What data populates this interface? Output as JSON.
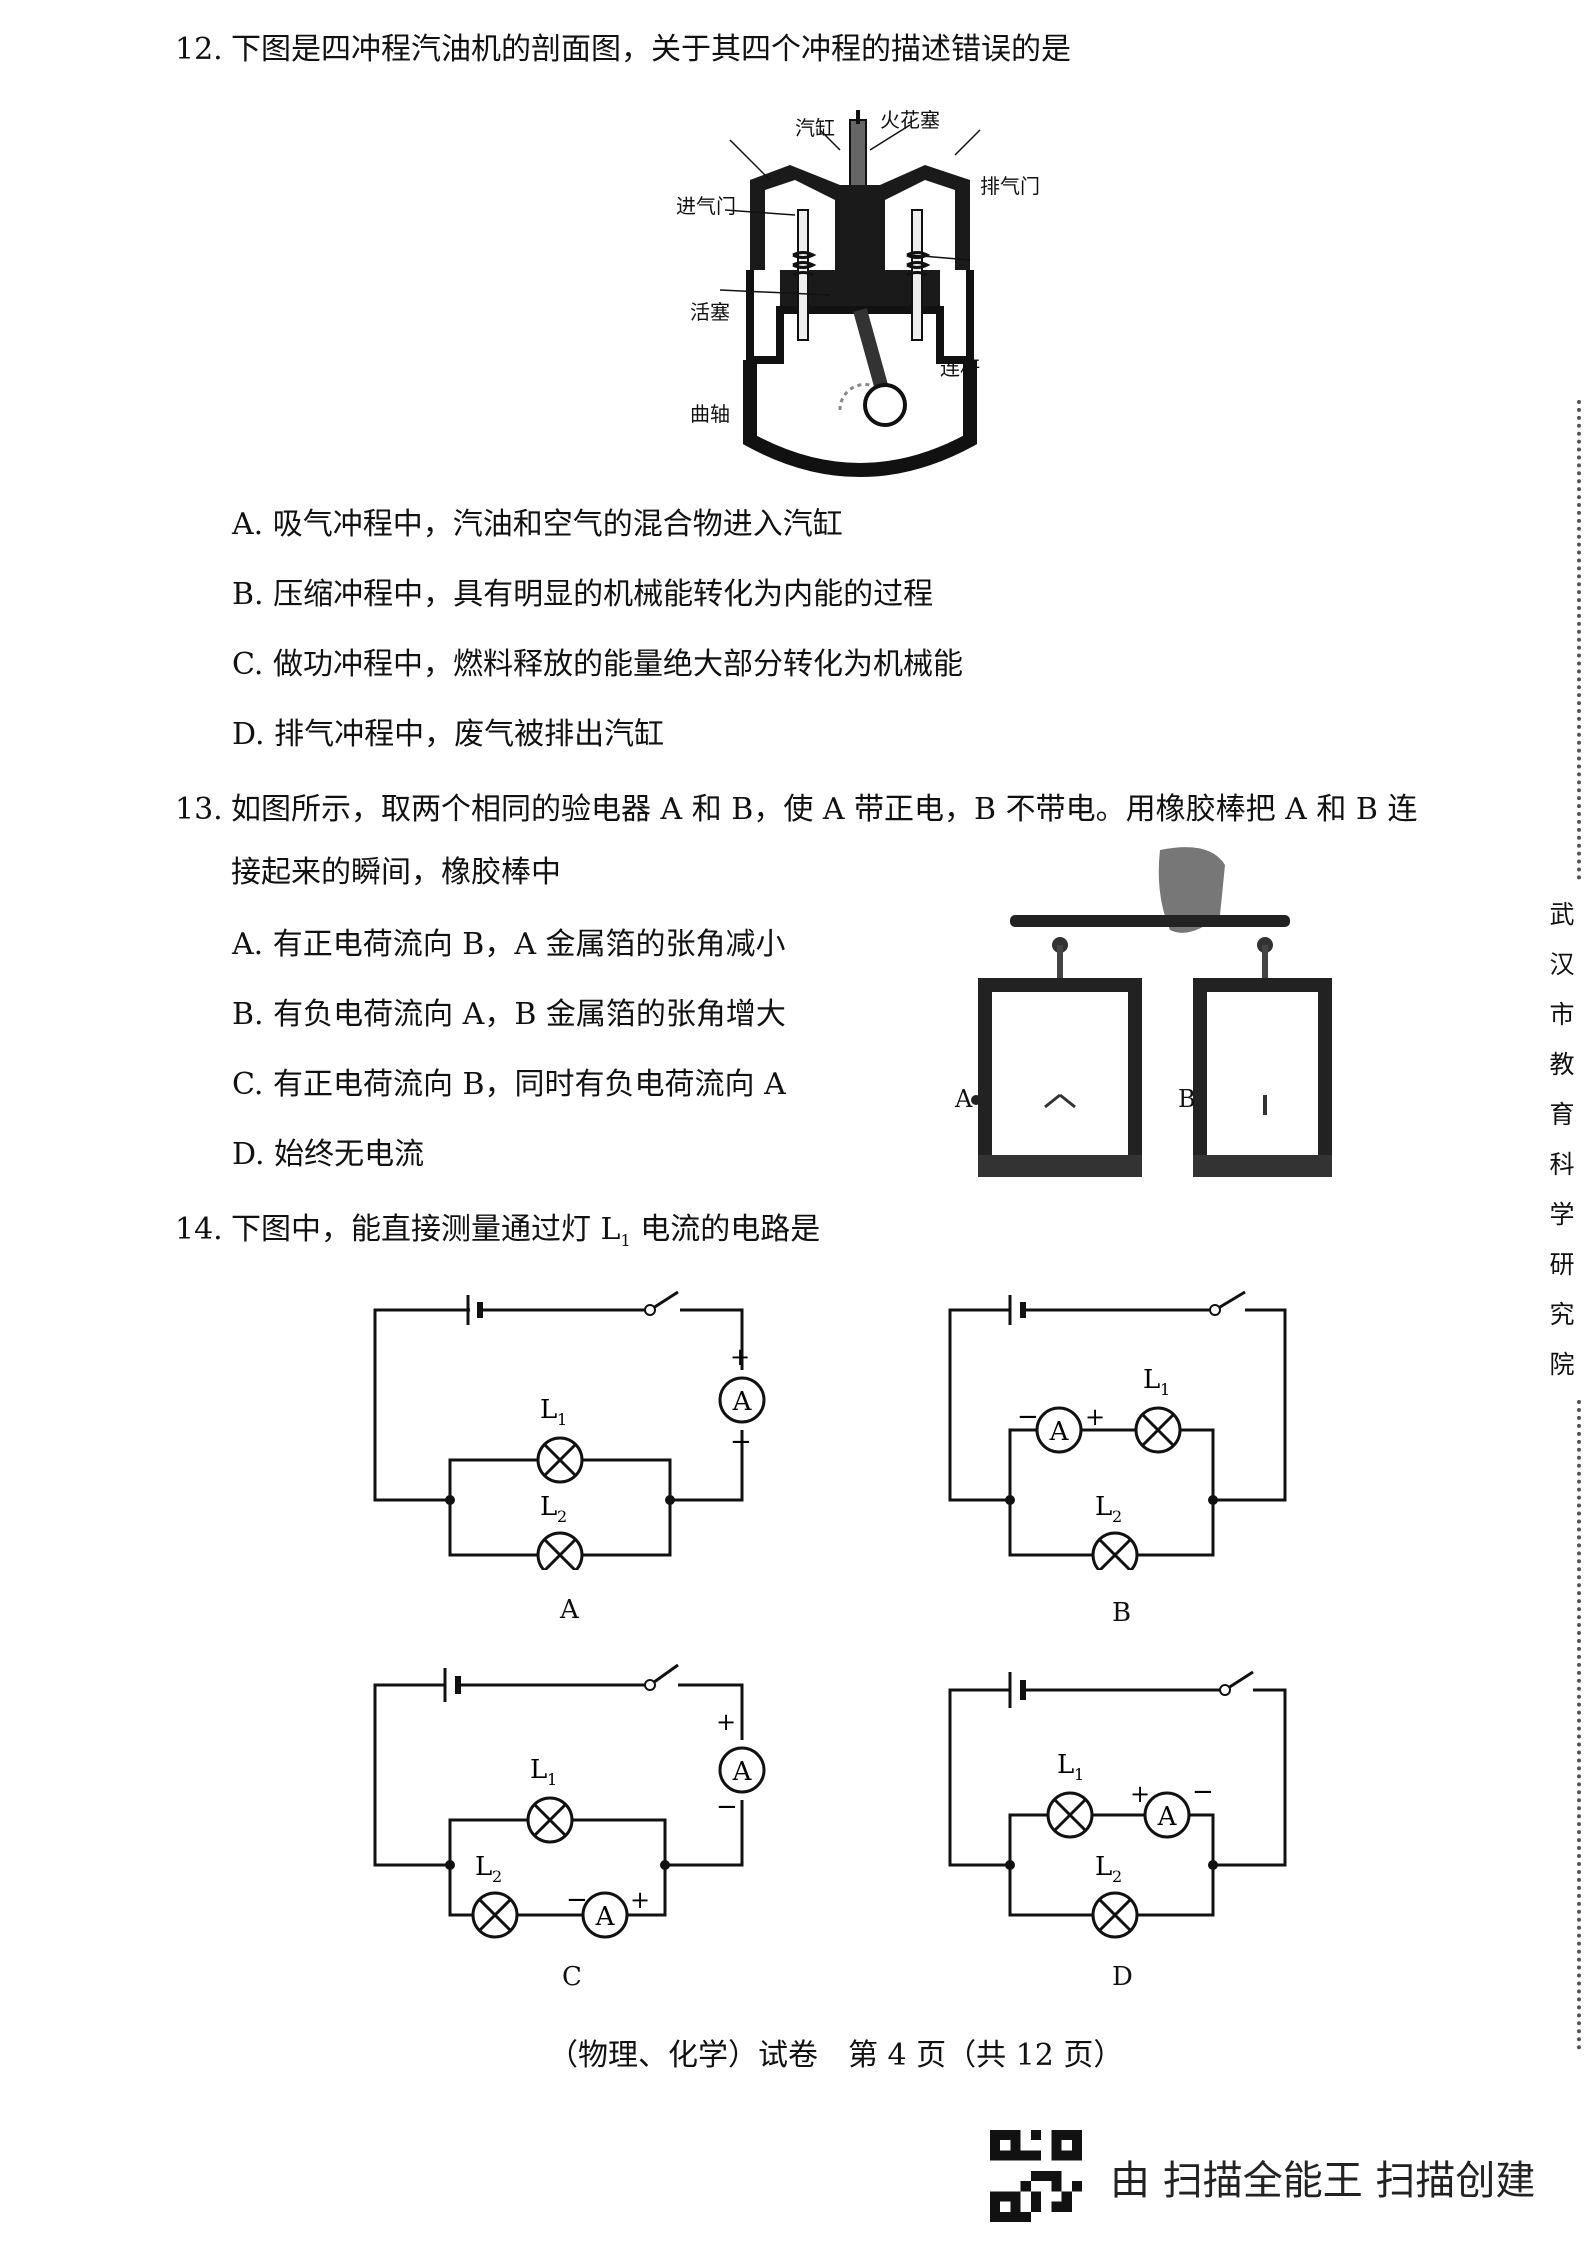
{
  "q12": {
    "number": "12.",
    "stem": "下图是四冲程汽油机的剖面图，关于其四个冲程的描述错误的是",
    "labels": {
      "cylinder": "汽缸",
      "spark_plug": "火花塞",
      "intake": "进气门",
      "exhaust": "排气门",
      "piston": "活塞",
      "rod": "连杆",
      "crank": "曲轴"
    },
    "options": [
      {
        "letter": "A.",
        "text": "吸气冲程中，汽油和空气的混合物进入汽缸"
      },
      {
        "letter": "B.",
        "text": "压缩冲程中，具有明显的机械能转化为内能的过程"
      },
      {
        "letter": "C.",
        "text": "做功冲程中，燃料释放的能量绝大部分转化为机械能"
      },
      {
        "letter": "D.",
        "text": "排气冲程中，废气被排出汽缸"
      }
    ]
  },
  "q13": {
    "number": "13.",
    "stem_line1": "如图所示，取两个相同的验电器 A 和 B，使 A 带正电，B 不带电。用橡胶棒把 A 和 B 连",
    "stem_line2": "接起来的瞬间，橡胶棒中",
    "photo_labels": {
      "left": "A",
      "right": "B"
    },
    "options": [
      {
        "letter": "A.",
        "text": "有正电荷流向 B，A 金属箔的张角减小"
      },
      {
        "letter": "B.",
        "text": "有负电荷流向 A，B 金属箔的张角增大"
      },
      {
        "letter": "C.",
        "text": "有正电荷流向 B，同时有负电荷流向 A"
      },
      {
        "letter": "D.",
        "text": "始终无电流"
      }
    ]
  },
  "q14": {
    "number": "14.",
    "stem_prefix": "下图中，能直接测量通过灯 L",
    "stem_sub": "1",
    "stem_suffix": " 电流的电路是",
    "circuit_labels": {
      "lamp1": "L",
      "lamp1_sub": "1",
      "lamp2": "L",
      "lamp2_sub": "2",
      "ammeter": "A",
      "plus": "+",
      "minus": "−"
    },
    "captions": [
      "A",
      "B",
      "C",
      "D"
    ]
  },
  "sidebar": [
    "武",
    "汉",
    "市",
    "教",
    "育",
    "科",
    "学",
    "研",
    "究",
    "院"
  ],
  "footer": "（物理、化学）试卷　第 4 页（共 12 页）",
  "scanner": "由 扫描全能王 扫描创建"
}
